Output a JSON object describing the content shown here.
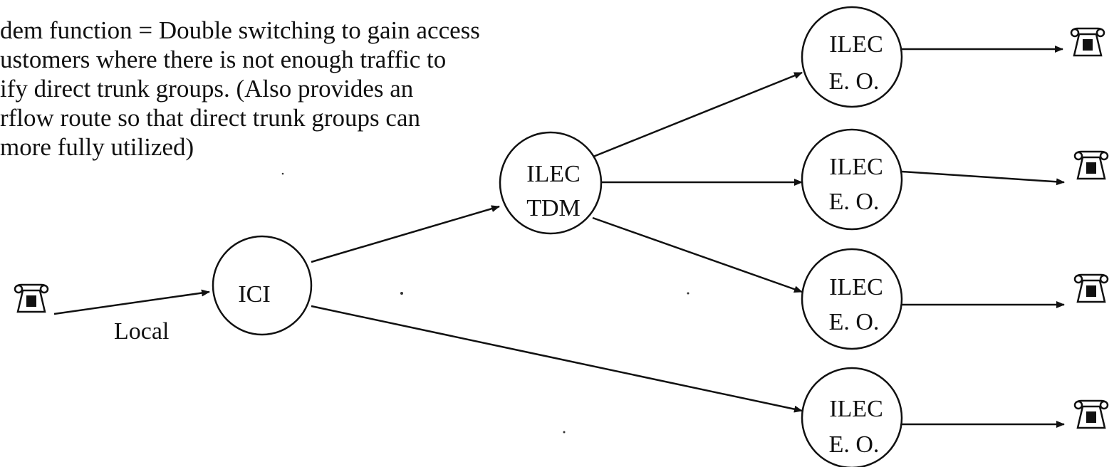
{
  "caption_lines": [
    "dem function = Double switching to gain access",
    "ustomers where there is not enough traffic to",
    "ify direct trunk groups. (Also provides an",
    "rflow route so that direct trunk groups can",
    "more fully utilized)"
  ],
  "nodes": {
    "ici": {
      "line1": "ICI"
    },
    "tdm": {
      "line1": "ILEC",
      "line2": "TDM"
    },
    "eo1": {
      "line1": "ILEC",
      "line2": "E. O."
    },
    "eo2": {
      "line1": "ILEC",
      "line2": "E. O."
    },
    "eo3": {
      "line1": "ILEC",
      "line2": "E. O."
    },
    "eo4": {
      "line1": "ILEC",
      "line2": "E. O."
    }
  },
  "edge_labels": {
    "local": "Local"
  },
  "icons": {
    "phone": "telephone-icon"
  }
}
